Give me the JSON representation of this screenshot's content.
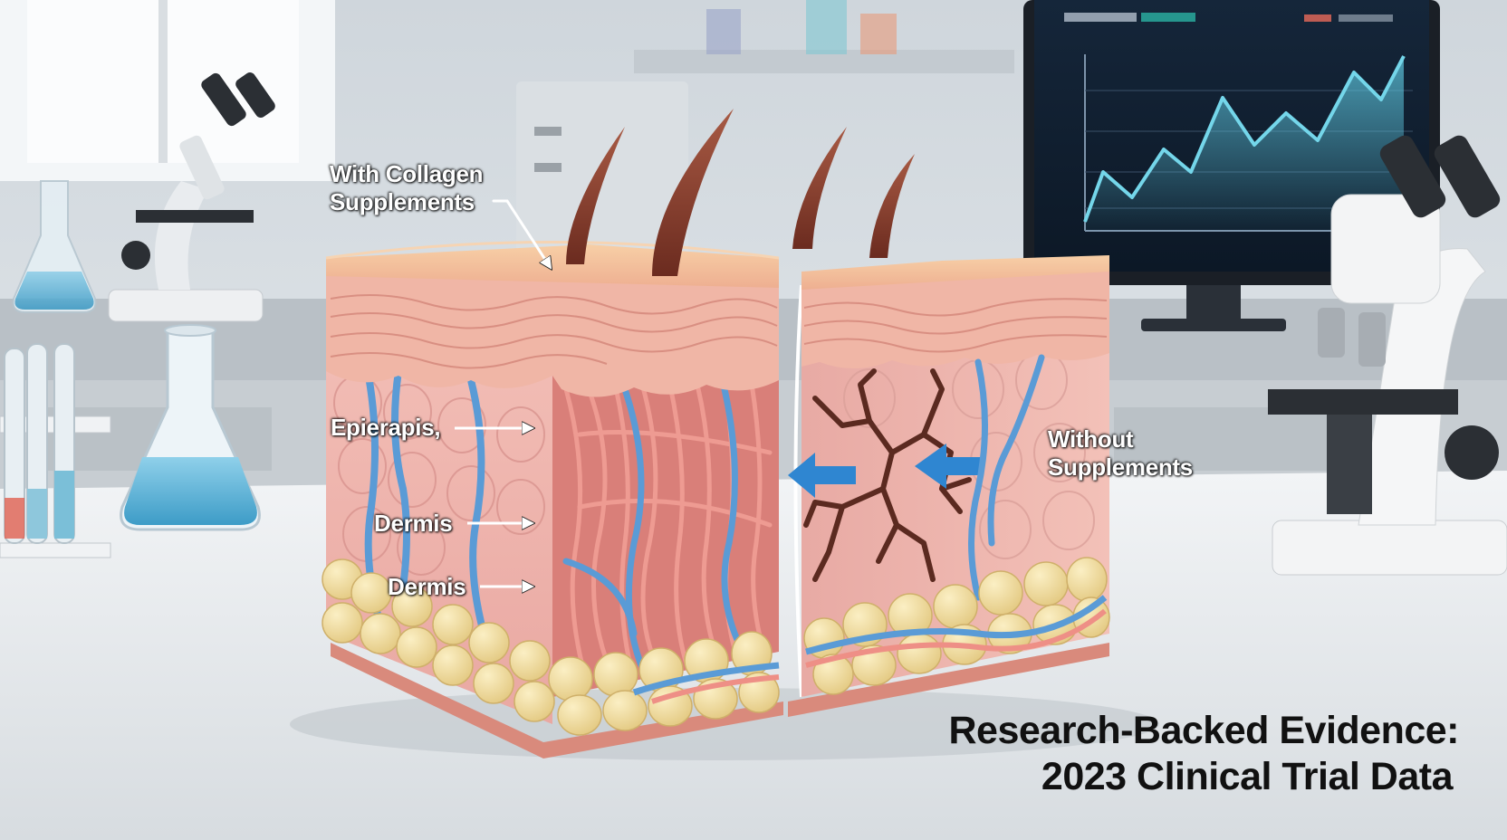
{
  "labels": {
    "with_collagen_line1": "With Collagen",
    "with_collagen_line2": "Supplements",
    "epidermis_misspelled": "Epierapis,",
    "dermis_upper": "Dermis",
    "dermis_lower": "Dermis",
    "without_line1": "Without",
    "without_line2": "Supplements"
  },
  "caption": {
    "line1": "Research-Backed Evidence:",
    "line2": "2023 Clinical Trial Data"
  },
  "colors": {
    "epidermis": "#f3c29c",
    "dermis": "#efb3ac",
    "fat": "#f1dd9f",
    "vessel_blue": "#5a9bd6",
    "collagen_red": "#e07b72",
    "crack": "#5b2a20",
    "arrow_blue": "#2f86d1",
    "monitor_line": "#6fd0e6"
  },
  "icons": [
    "microscope-icon",
    "flask-icon",
    "test-tube-icon",
    "hair-icon",
    "arrow-icon"
  ]
}
